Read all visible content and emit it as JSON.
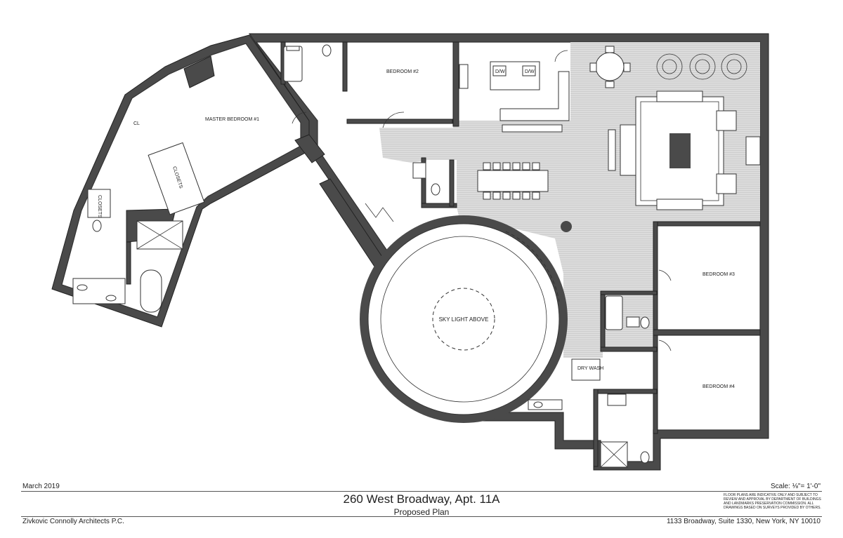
{
  "plan": {
    "rooms": {
      "master_bedroom": "MASTER BEDROOM #1",
      "bedroom_2": "BEDROOM #2",
      "bedroom_3": "BEDROOM #3",
      "bedroom_4": "BEDROOM #4",
      "closets_a": "CLOSETS",
      "closets_b": "CLOSETS",
      "skylight": "SKY LIGHT ABOVE",
      "dry_wash": "DRY WASH",
      "dw_1": "D/W",
      "dw_2": "D/W",
      "cl": "CL"
    }
  },
  "title_block": {
    "date": "March 2019",
    "scale": "Scale: ⅛\"= 1'-0\"",
    "title": "260 West Broadway, Apt. 11A",
    "subtitle": "Proposed Plan",
    "firm": "Zivkovic Connolly Architects P.C.",
    "address": "1133 Broadway, Suite 1330, New York, NY 10010",
    "disclaimer": "Floor plans are indicative only and subject to review and approval by department of buildings and landmarks preservation commission. All drawings based on surveys provided by others."
  },
  "colors": {
    "wall": "#4a4a4a",
    "living_floor": "#d9d9d9",
    "line": "#333333"
  }
}
